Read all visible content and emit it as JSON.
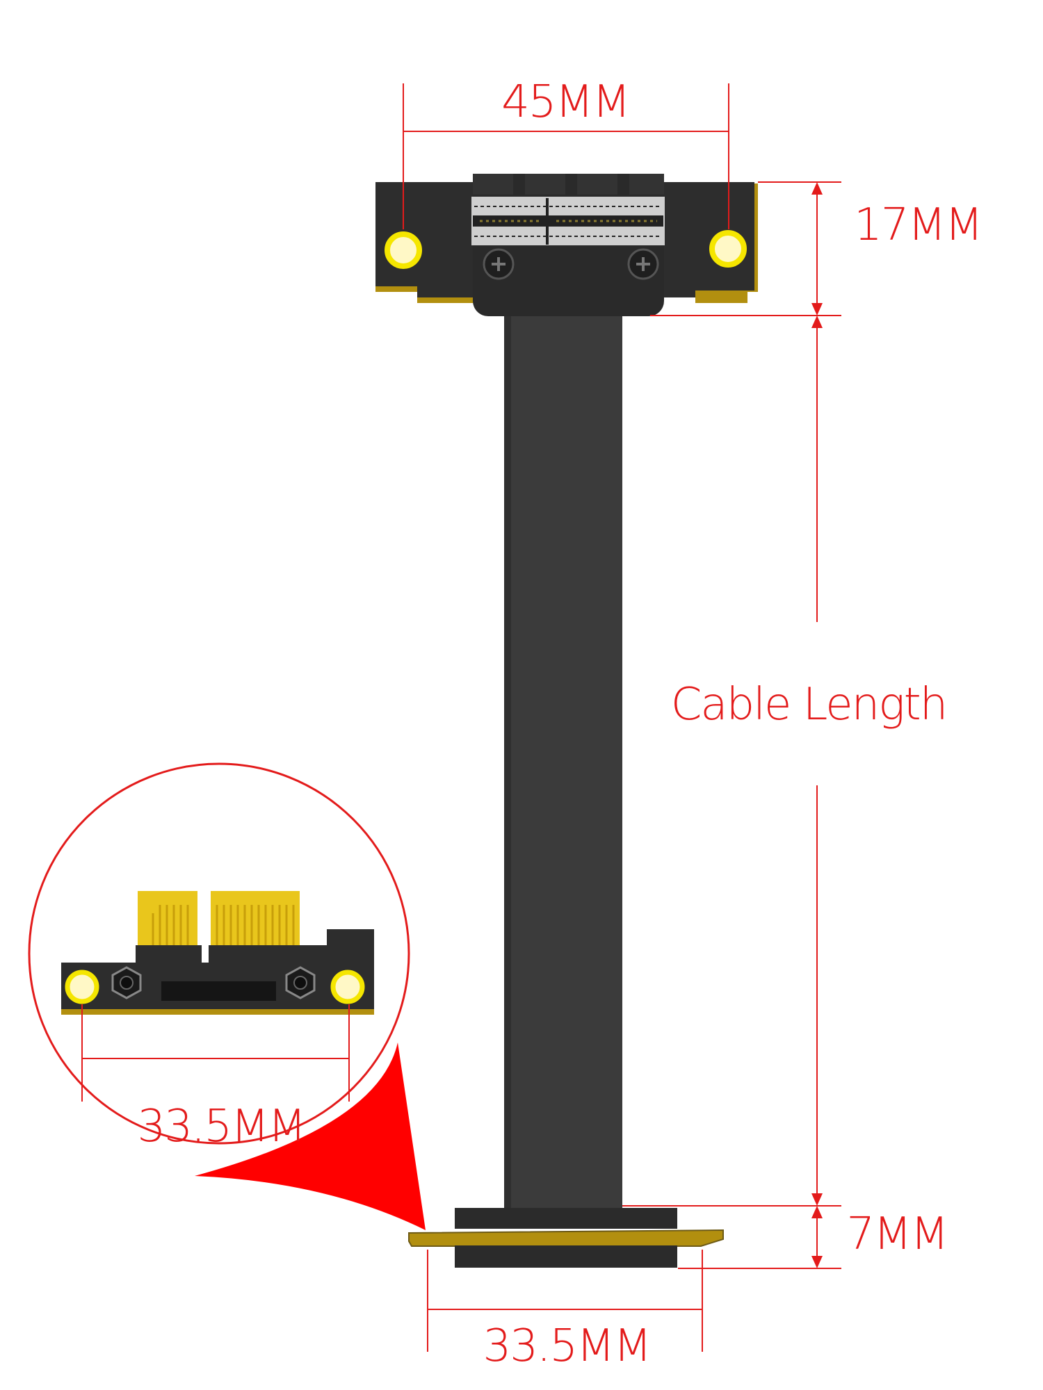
{
  "colors": {
    "accent": "#e31b1b",
    "callout_fill": "#ff0000",
    "pcb_gold": "#b28f0f",
    "hole_ring": "#f5e600",
    "cable_black": "#3a3a3a",
    "connector_black": "#2b2b2b"
  },
  "dimensions": {
    "top_width": "45MM",
    "top_height": "17MM",
    "cable_length": "Cable Length",
    "bottom_height": "7MM",
    "bottom_width": "33.5MM",
    "detail_width": "33.5MM"
  },
  "components": {
    "top_connector": "pcie-x1-slot-connector",
    "bottom_connector": "pcie-x1-edge-connector",
    "cable": "flat-ribbon-cable",
    "detail_view": "magnified-edge-connector-callout"
  }
}
